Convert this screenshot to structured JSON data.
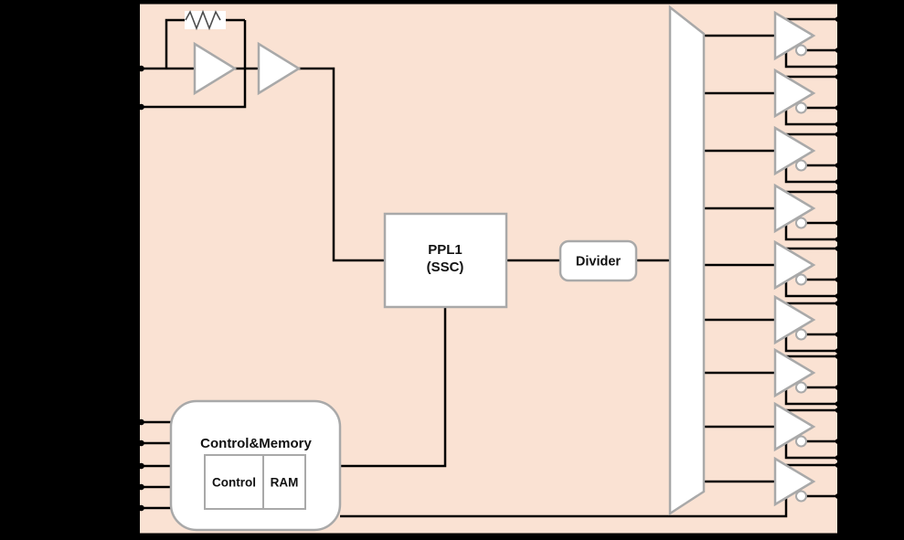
{
  "colors": {
    "background": "#000000",
    "chip_fill": "#FAE2D3",
    "chip_border": "#000000",
    "block_fill": "#FFFFFF",
    "block_border": "#A9A9A9",
    "wire": "#000000"
  },
  "blocks": {
    "pll": {
      "line1": "PPL1",
      "line2": "(SSC)"
    },
    "divider": {
      "label": "Divider"
    },
    "control_memory": {
      "title": "Control&Memory",
      "sub_blocks": [
        {
          "label": "Control"
        },
        {
          "label": "RAM"
        }
      ]
    }
  },
  "symbols": {
    "feedback_resistor_icon": "resistor-zigzag-icon",
    "oscillator_amp_icon": "triangle-amplifier-icon",
    "mux_icon": "trapezoid-mux-icon",
    "output_buffer_icon": "triangle-buffer-inverting-bubble-icon",
    "output_buffer_count": 9
  },
  "pins": {
    "left_crystal_count": 2,
    "left_control_count": 5,
    "right_output_count": 26
  }
}
